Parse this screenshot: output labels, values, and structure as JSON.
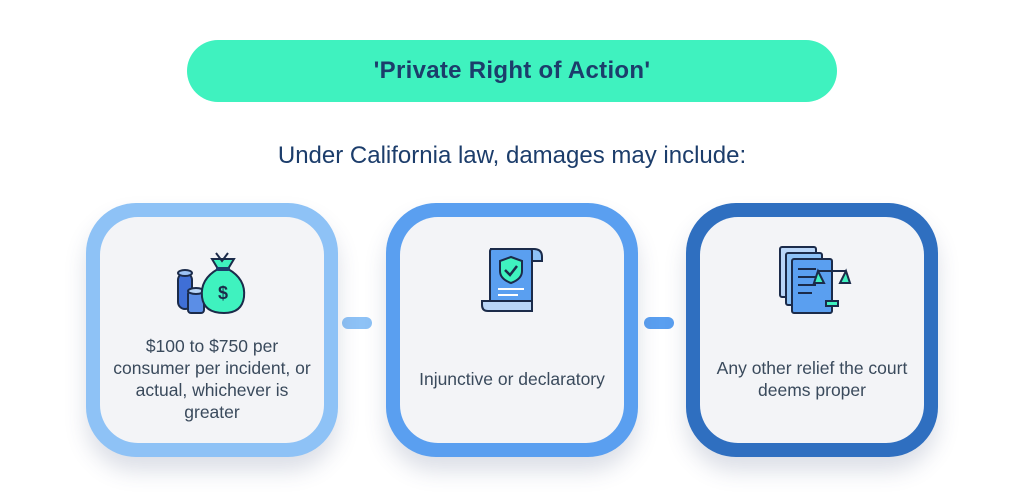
{
  "title": "'Private Right of Action'",
  "subtitle": "Under California law, damages may include:",
  "cards": [
    {
      "text": "$100 to $750 per consumer per incident, or actual, whichever is greater",
      "icon": "money-bag-icon"
    },
    {
      "text": "Injunctive or declaratory",
      "icon": "shield-scroll-icon"
    },
    {
      "text": "Any other relief the court deems proper",
      "icon": "legal-documents-scale-icon"
    }
  ],
  "colors": {
    "title_bg": "#3ff2bf",
    "title_text": "#1c3d6b",
    "card1_ring": "#8ec2f6",
    "card2_ring": "#5a9ff0",
    "card3_ring": "#2f6fc0",
    "card_bg": "#f3f4f7"
  },
  "icon_glyphs": {
    "dollar": "$"
  }
}
